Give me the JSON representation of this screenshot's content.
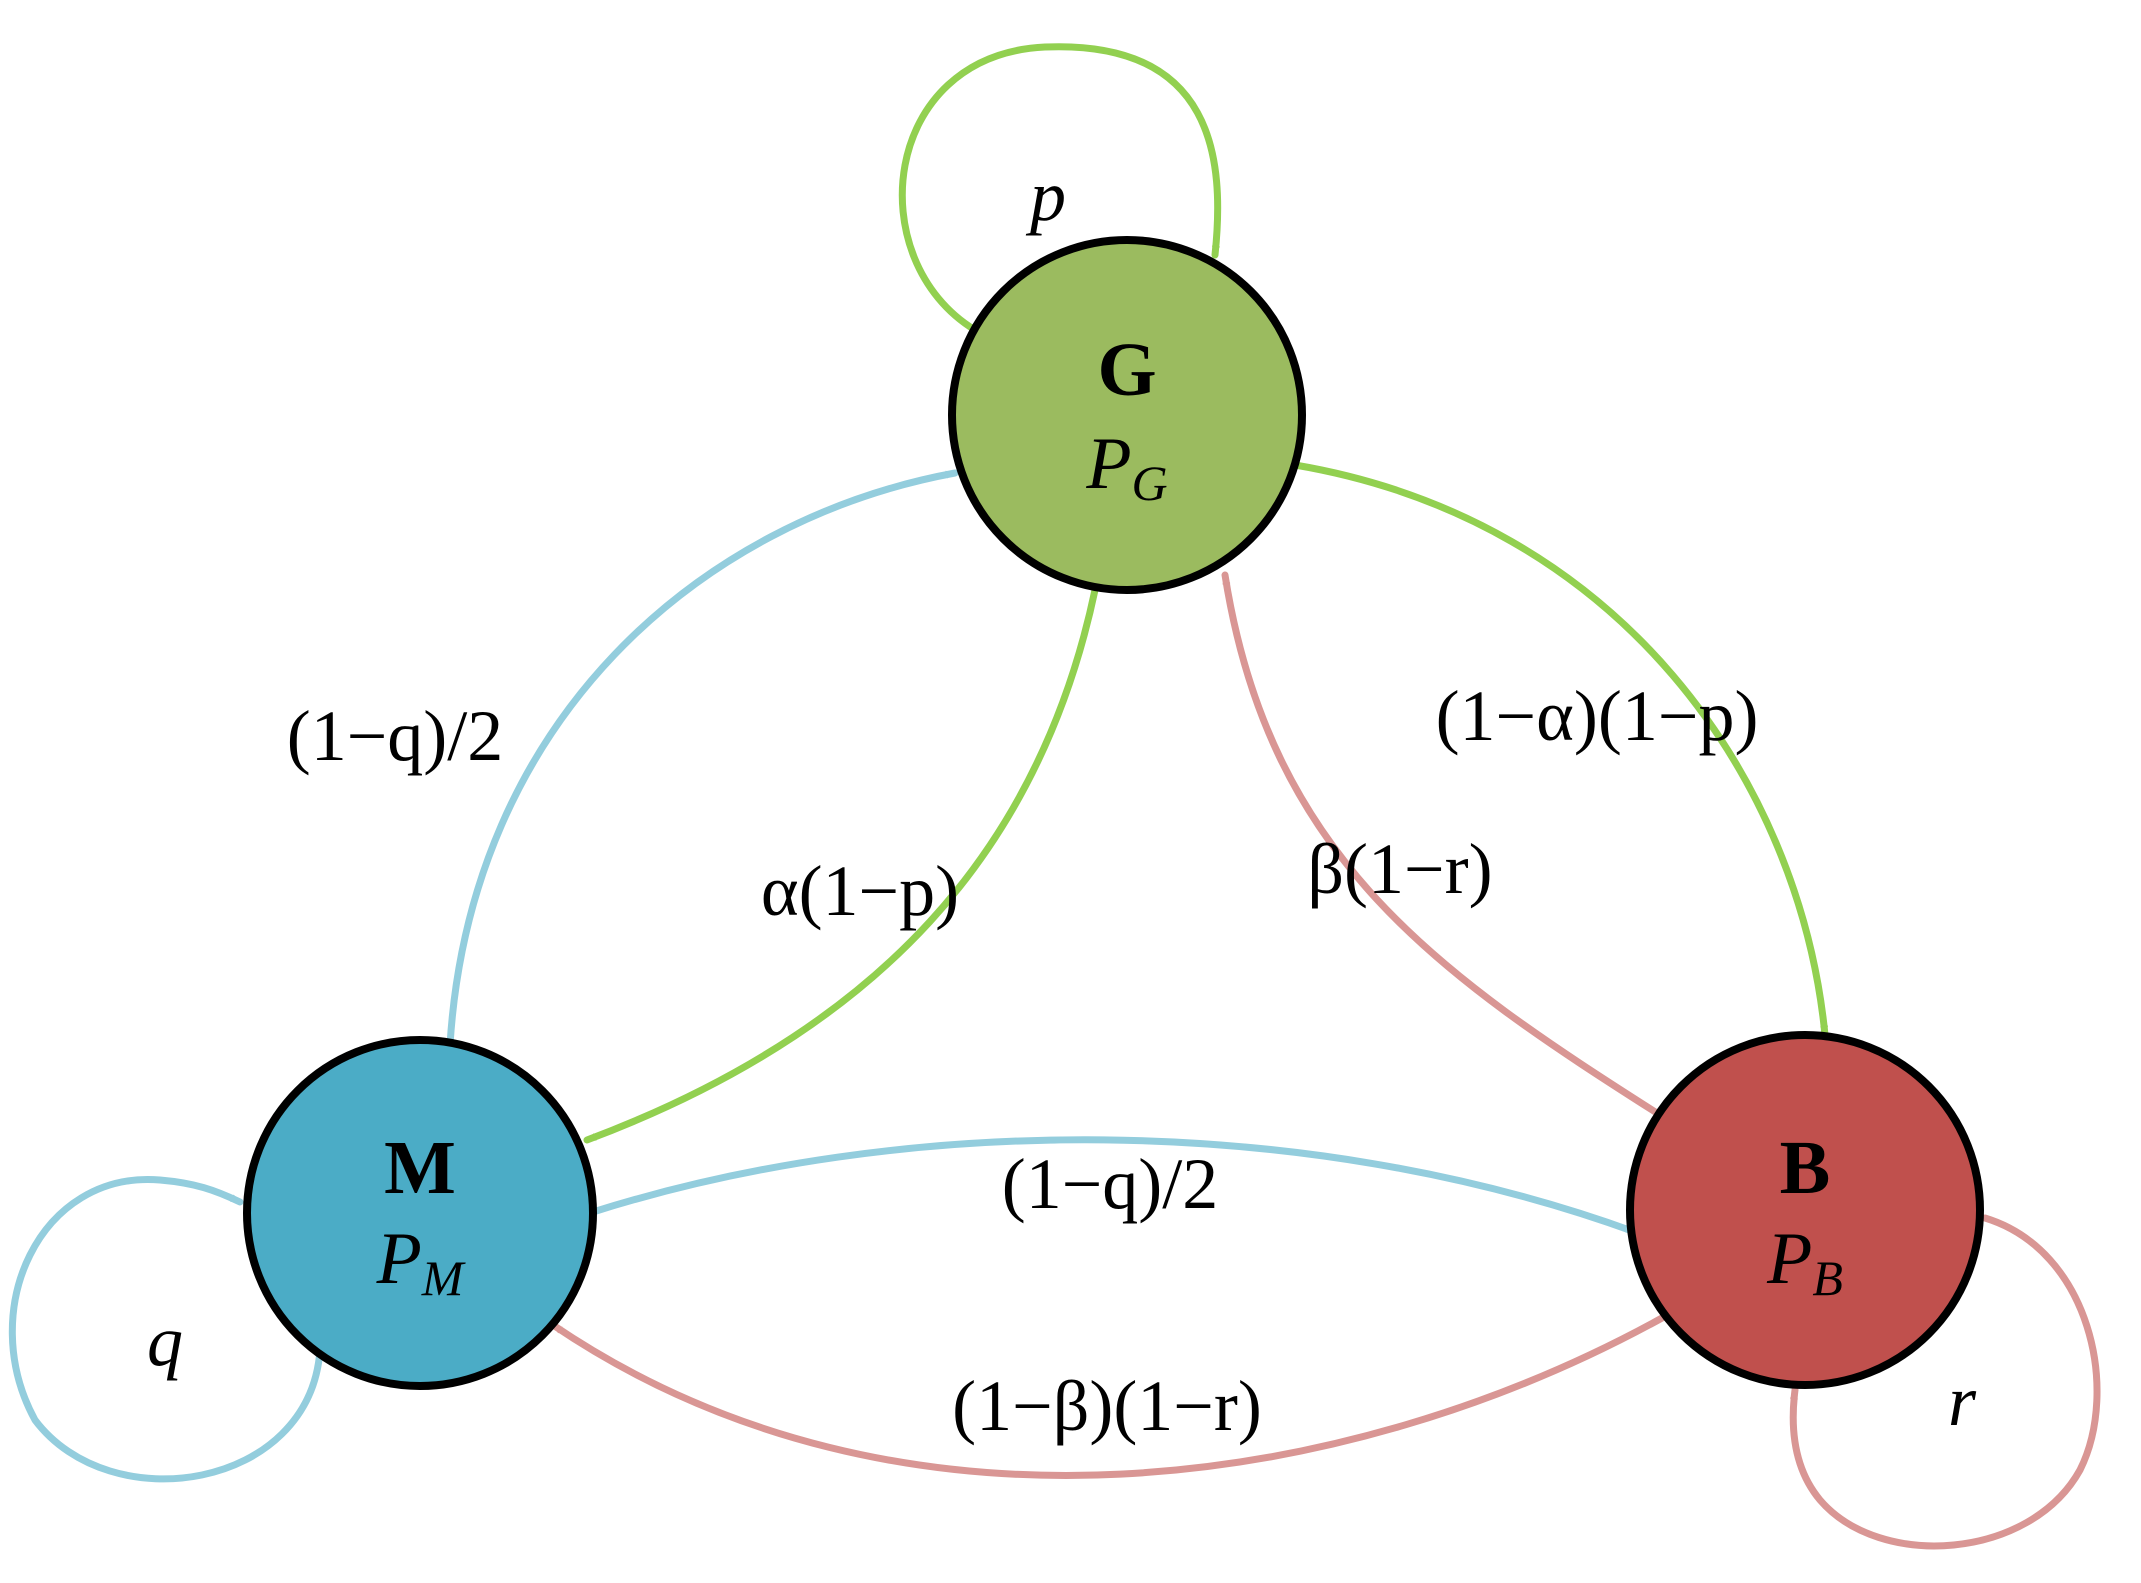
{
  "colors": {
    "good": "#9bbb5f",
    "mid": "#4bacc6",
    "bad": "#c0504d",
    "green_edge": "#92d050",
    "blue_edge": "#93cddd",
    "red_edge": "#d99694"
  },
  "states": {
    "G": {
      "name": "G",
      "prob_main": "P",
      "prob_sub": "G"
    },
    "M": {
      "name": "M",
      "prob_main": "P",
      "prob_sub": "M"
    },
    "B": {
      "name": "B",
      "prob_main": "P",
      "prob_sub": "B"
    }
  },
  "transitions": {
    "G_G": "p",
    "M_M": "q",
    "B_B": "r",
    "M_G": "(1−q)/2",
    "G_M": "α(1−p)",
    "G_B": "(1−α)(1−p)",
    "B_G": "β(1−r)",
    "M_B": "(1−q)/2",
    "B_M": "(1−β)(1−r)"
  }
}
